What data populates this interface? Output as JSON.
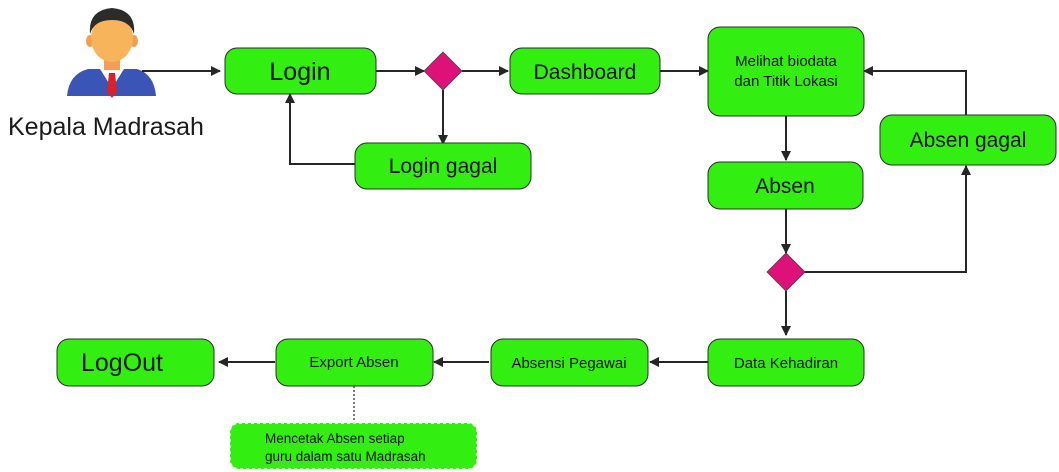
{
  "actor": {
    "label": "Kepala Madrasah",
    "icon": "businessman-avatar-icon"
  },
  "nodes": {
    "login": "Login",
    "login_gagal": "Login gagal",
    "dashboard": "Dashboard",
    "melihat_biodata_line1": "Melihat biodata",
    "melihat_biodata_line2": "dan Titik Lokasi",
    "absen": "Absen",
    "absen_gagal": "Absen gagal",
    "data_kehadiran": "Data Kehadiran",
    "absensi_pegawai": "Absensi Pegawai",
    "export_absen": "Export Absen",
    "logout": "LogOut"
  },
  "note": {
    "line1": "Mencetak Absen setiap",
    "line2": "guru dalam satu Madrasah"
  },
  "colors": {
    "process": "#33ee11",
    "decision": "#dd1177",
    "arrow": "#262626"
  }
}
